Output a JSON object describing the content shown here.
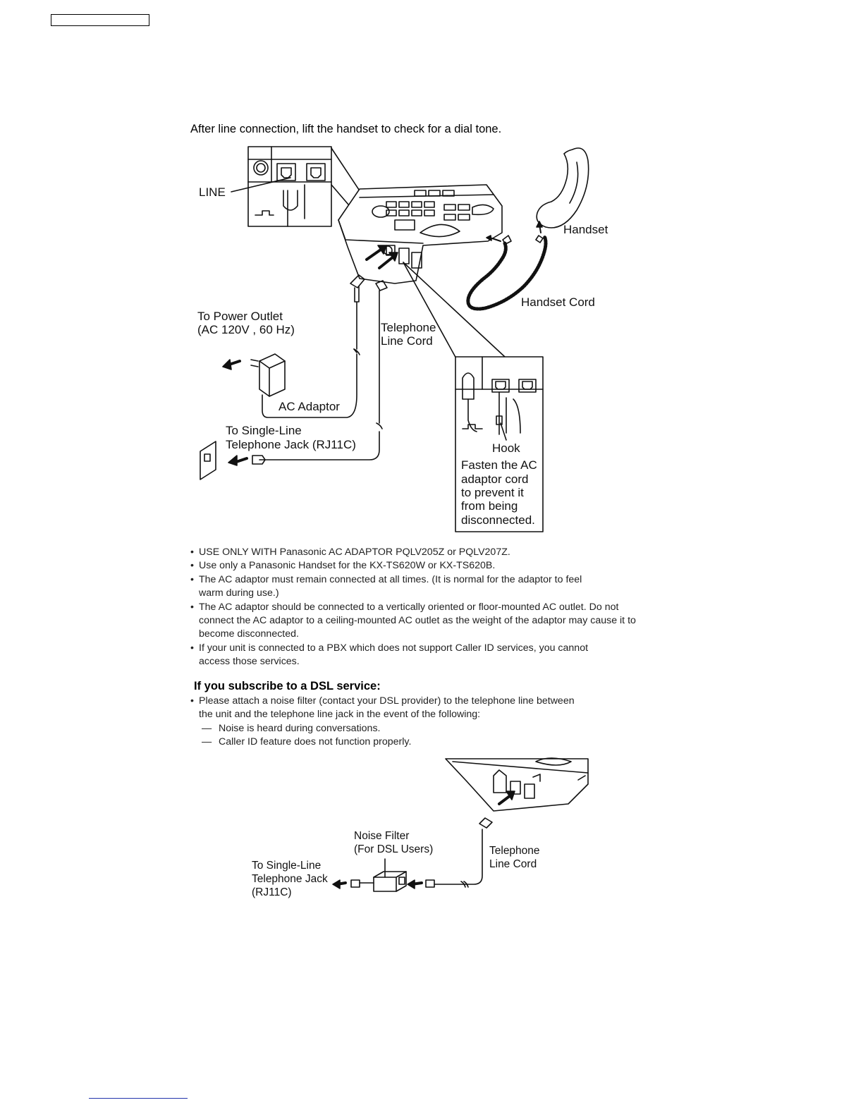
{
  "intro": "After line connection, lift the handset to check for a dial tone.",
  "figure1": {
    "line": "LINE",
    "handset": "Handset",
    "handset_cord": "Handset Cord",
    "power_1": "To Power Outlet",
    "power_2": "(AC 120V , 60 Hz)",
    "tel_cord_1": "Telephone",
    "tel_cord_2": "Line Cord",
    "ac_adaptor": "AC Adaptor",
    "jack_1": "To Single-Line",
    "jack_2": "Telephone Jack (RJ11C)",
    "hook": "Hook",
    "fasten": [
      "Fasten the AC",
      "adaptor cord",
      "to prevent it",
      "from being",
      "disconnected."
    ]
  },
  "notes": [
    "USE ONLY WITH Panasonic AC ADAPTOR PQLV205Z or PQLV207Z.",
    "Use only a Panasonic Handset for the KX-TS620W or KX-TS620B.",
    "The AC adaptor must remain connected at all times. (It is normal for the adaptor to feel warm during use.)",
    "The AC adaptor should be connected to a vertically oriented or floor-mounted AC outlet. Do not connect the AC adaptor to a ceiling-mounted AC outlet as the weight of the adaptor may cause it to become disconnected.",
    "If your unit is connected to a PBX which does not support Caller ID services, you cannot access those services."
  ],
  "dsl": {
    "heading": "If you subscribe to a DSL service:",
    "bullet": "Please attach a noise filter (contact your DSL provider) to the telephone line between the unit and the telephone line jack in the event of the following:",
    "dash_1": "Noise is heard during conversations.",
    "dash_2": "Caller ID feature does not function properly.",
    "dash_mark": "—"
  },
  "figure2": {
    "noise_1": "Noise Filter",
    "noise_2": "(For DSL Users)",
    "tel_1": "Telephone",
    "tel_2": "Line Cord",
    "jack_1": "To Single-Line",
    "jack_2": "Telephone Jack",
    "jack_3": "(RJ11C)"
  }
}
